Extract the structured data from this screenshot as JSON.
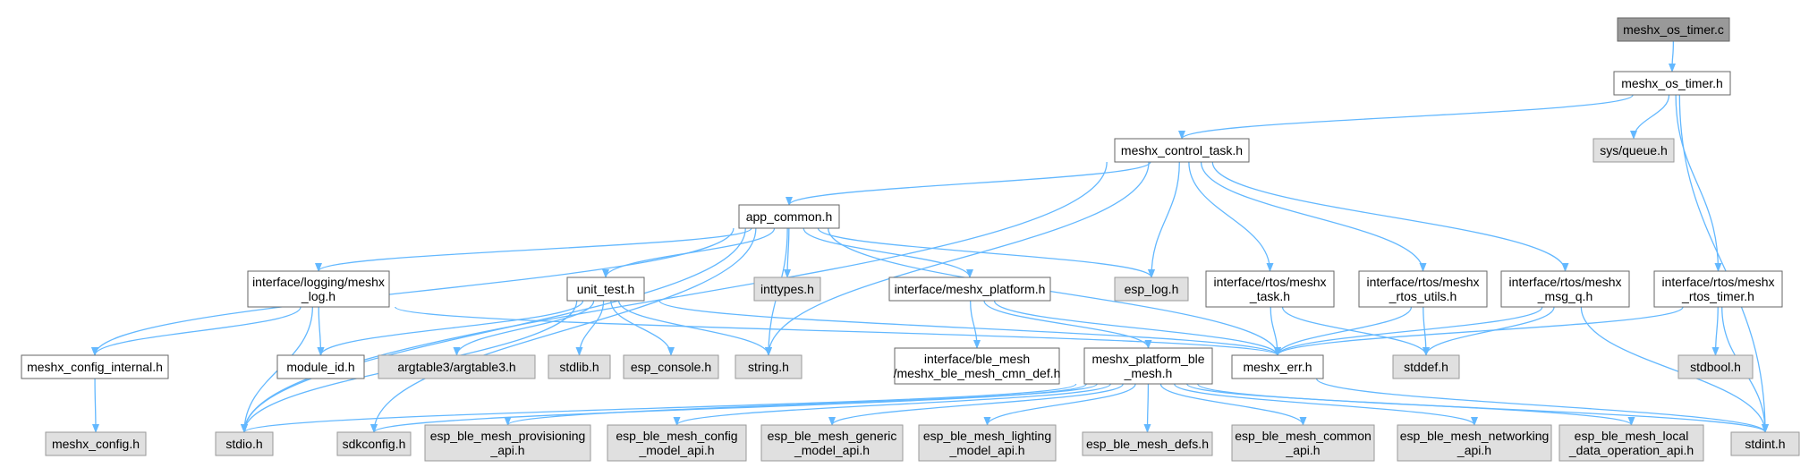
{
  "colors": {
    "edge": "#63b8ff",
    "root_fill": "#999999",
    "local_fill": "#ffffff",
    "system_fill": "#e0e0e0"
  },
  "nodes": [
    {
      "id": "root",
      "lines": [
        "meshx_os_timer.c"
      ],
      "kind": "root"
    },
    {
      "id": "os_timer_h",
      "lines": [
        "meshx_os_timer.h"
      ],
      "kind": "local"
    },
    {
      "id": "control_task",
      "lines": [
        "meshx_control_task.h"
      ],
      "kind": "local"
    },
    {
      "id": "sys_queue",
      "lines": [
        "sys/queue.h"
      ],
      "kind": "system"
    },
    {
      "id": "app_common",
      "lines": [
        "app_common.h"
      ],
      "kind": "local"
    },
    {
      "id": "logging",
      "lines": [
        "interface/logging/meshx",
        "_log.h"
      ],
      "kind": "local"
    },
    {
      "id": "unit_test",
      "lines": [
        "unit_test.h"
      ],
      "kind": "local"
    },
    {
      "id": "inttypes",
      "lines": [
        "inttypes.h"
      ],
      "kind": "system"
    },
    {
      "id": "platform",
      "lines": [
        "interface/meshx_platform.h"
      ],
      "kind": "local"
    },
    {
      "id": "esp_log",
      "lines": [
        "esp_log.h"
      ],
      "kind": "system"
    },
    {
      "id": "rtos_task",
      "lines": [
        "interface/rtos/meshx",
        "_task.h"
      ],
      "kind": "local"
    },
    {
      "id": "rtos_utils",
      "lines": [
        "interface/rtos/meshx",
        "_rtos_utils.h"
      ],
      "kind": "local"
    },
    {
      "id": "rtos_msg_q",
      "lines": [
        "interface/rtos/meshx",
        "_msg_q.h"
      ],
      "kind": "local"
    },
    {
      "id": "rtos_timer",
      "lines": [
        "interface/rtos/meshx",
        "_rtos_timer.h"
      ],
      "kind": "local"
    },
    {
      "id": "config_internal",
      "lines": [
        "meshx_config_internal.h"
      ],
      "kind": "local"
    },
    {
      "id": "module_id",
      "lines": [
        "module_id.h"
      ],
      "kind": "local"
    },
    {
      "id": "argtable",
      "lines": [
        "argtable3/argtable3.h"
      ],
      "kind": "system"
    },
    {
      "id": "stdlib",
      "lines": [
        "stdlib.h"
      ],
      "kind": "system"
    },
    {
      "id": "esp_console",
      "lines": [
        "esp_console.h"
      ],
      "kind": "system"
    },
    {
      "id": "string",
      "lines": [
        "string.h"
      ],
      "kind": "system"
    },
    {
      "id": "ble_mesh_cmn",
      "lines": [
        "interface/ble_mesh",
        "/meshx_ble_mesh_cmn_def.h"
      ],
      "kind": "local"
    },
    {
      "id": "platform_ble",
      "lines": [
        "meshx_platform_ble",
        "_mesh.h"
      ],
      "kind": "local"
    },
    {
      "id": "meshx_err",
      "lines": [
        "meshx_err.h"
      ],
      "kind": "local"
    },
    {
      "id": "stddef",
      "lines": [
        "stddef.h"
      ],
      "kind": "system"
    },
    {
      "id": "stdbool",
      "lines": [
        "stdbool.h"
      ],
      "kind": "system"
    },
    {
      "id": "meshx_config",
      "lines": [
        "meshx_config.h"
      ],
      "kind": "system"
    },
    {
      "id": "stdio",
      "lines": [
        "stdio.h"
      ],
      "kind": "system"
    },
    {
      "id": "sdkconfig",
      "lines": [
        "sdkconfig.h"
      ],
      "kind": "system"
    },
    {
      "id": "prov_api",
      "lines": [
        "esp_ble_mesh_provisioning",
        "_api.h"
      ],
      "kind": "system"
    },
    {
      "id": "config_model",
      "lines": [
        "esp_ble_mesh_config",
        "_model_api.h"
      ],
      "kind": "system"
    },
    {
      "id": "generic_model",
      "lines": [
        "esp_ble_mesh_generic",
        "_model_api.h"
      ],
      "kind": "system"
    },
    {
      "id": "lighting_model",
      "lines": [
        "esp_ble_mesh_lighting",
        "_model_api.h"
      ],
      "kind": "system"
    },
    {
      "id": "mesh_defs",
      "lines": [
        "esp_ble_mesh_defs.h"
      ],
      "kind": "system"
    },
    {
      "id": "common_api",
      "lines": [
        "esp_ble_mesh_common",
        "_api.h"
      ],
      "kind": "system"
    },
    {
      "id": "networking_api",
      "lines": [
        "esp_ble_mesh_networking",
        "_api.h"
      ],
      "kind": "system"
    },
    {
      "id": "local_data",
      "lines": [
        "esp_ble_mesh_local",
        "_data_operation_api.h"
      ],
      "kind": "system"
    },
    {
      "id": "stdint",
      "lines": [
        "stdint.h"
      ],
      "kind": "system"
    }
  ],
  "edges": [
    [
      "root",
      "os_timer_h"
    ],
    [
      "os_timer_h",
      "control_task"
    ],
    [
      "os_timer_h",
      "sys_queue"
    ],
    [
      "os_timer_h",
      "rtos_timer"
    ],
    [
      "os_timer_h",
      "stdint"
    ],
    [
      "control_task",
      "app_common"
    ],
    [
      "control_task",
      "esp_log"
    ],
    [
      "control_task",
      "rtos_task"
    ],
    [
      "control_task",
      "rtos_utils"
    ],
    [
      "control_task",
      "rtos_msg_q"
    ],
    [
      "control_task",
      "string"
    ],
    [
      "control_task",
      "stdio"
    ],
    [
      "app_common",
      "logging"
    ],
    [
      "app_common",
      "unit_test"
    ],
    [
      "app_common",
      "inttypes"
    ],
    [
      "app_common",
      "platform"
    ],
    [
      "app_common",
      "esp_log"
    ],
    [
      "app_common",
      "config_internal"
    ],
    [
      "app_common",
      "stdio"
    ],
    [
      "app_common",
      "string"
    ],
    [
      "app_common",
      "sdkconfig"
    ],
    [
      "app_common",
      "meshx_err"
    ],
    [
      "logging",
      "config_internal"
    ],
    [
      "logging",
      "module_id"
    ],
    [
      "logging",
      "stdio"
    ],
    [
      "logging",
      "meshx_err"
    ],
    [
      "unit_test",
      "module_id"
    ],
    [
      "unit_test",
      "argtable"
    ],
    [
      "unit_test",
      "stdlib"
    ],
    [
      "unit_test",
      "esp_console"
    ],
    [
      "unit_test",
      "string"
    ],
    [
      "unit_test",
      "stdio"
    ],
    [
      "unit_test",
      "meshx_err"
    ],
    [
      "platform",
      "ble_mesh_cmn"
    ],
    [
      "platform",
      "platform_ble"
    ],
    [
      "platform",
      "meshx_err"
    ],
    [
      "rtos_task",
      "meshx_err"
    ],
    [
      "rtos_task",
      "stddef"
    ],
    [
      "rtos_utils",
      "meshx_err"
    ],
    [
      "rtos_utils",
      "stddef"
    ],
    [
      "rtos_msg_q",
      "meshx_err"
    ],
    [
      "rtos_msg_q",
      "stddef"
    ],
    [
      "rtos_msg_q",
      "stdint"
    ],
    [
      "rtos_timer",
      "meshx_err"
    ],
    [
      "rtos_timer",
      "stdbool"
    ],
    [
      "rtos_timer",
      "stdint"
    ],
    [
      "config_internal",
      "meshx_config"
    ],
    [
      "platform_ble",
      "stdio"
    ],
    [
      "platform_ble",
      "sdkconfig"
    ],
    [
      "platform_ble",
      "prov_api"
    ],
    [
      "platform_ble",
      "config_model"
    ],
    [
      "platform_ble",
      "generic_model"
    ],
    [
      "platform_ble",
      "lighting_model"
    ],
    [
      "platform_ble",
      "mesh_defs"
    ],
    [
      "platform_ble",
      "common_api"
    ],
    [
      "platform_ble",
      "networking_api"
    ],
    [
      "platform_ble",
      "local_data"
    ],
    [
      "platform_ble",
      "stdint"
    ],
    [
      "meshx_err",
      "stdint"
    ]
  ]
}
